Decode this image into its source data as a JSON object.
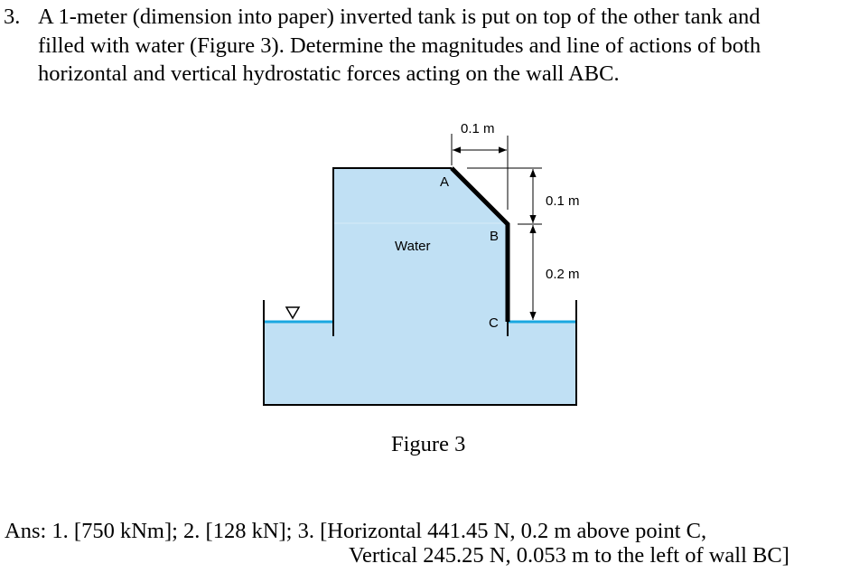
{
  "problem": {
    "number": "3.",
    "lines": [
      "A 1-meter (dimension into paper) inverted tank is put on top of the other tank and",
      "filled with water (Figure 3). Determine the magnitudes and line of actions of both",
      "horizontal and vertical hydrostatic forces acting on the wall ABC."
    ]
  },
  "figure": {
    "caption": "Figure 3",
    "labels": {
      "water": "Water",
      "point_a": "A",
      "point_b": "B",
      "point_c": "C",
      "dim_horizontal": "0.1 m",
      "dim_vertical_ab": "0.1 m",
      "dim_vertical_bc": "0.2 m"
    },
    "free_surface_symbol": "inverted-triangle",
    "colors": {
      "water_fill": "#C0E0F4",
      "water_surface": "#1AA7E0",
      "wall": "#000000"
    }
  },
  "answer": {
    "line1": "Ans: 1. [750 kNm]; 2. [128 kN]; 3. [Horizontal 441.45 N, 0.2 m above point C,",
    "line2": "Vertical 245.25 N, 0.053 m to the left of wall BC]"
  }
}
